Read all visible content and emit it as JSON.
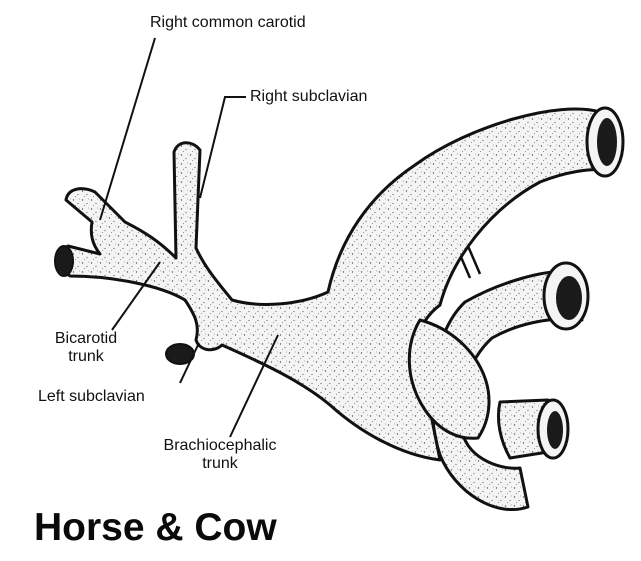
{
  "labels": {
    "right_common_carotid": "Right common carotid",
    "right_subclavian": "Right subclavian",
    "bicarotid_trunk_line1": "Bicarotid",
    "bicarotid_trunk_line2": "trunk",
    "left_subclavian": "Left subclavian",
    "brachiocephalic_line1": "Brachiocephalic",
    "brachiocephalic_line2": "trunk"
  },
  "title": "Horse & Cow",
  "colors": {
    "ink": "#111111",
    "vessel_fill": "#f2f2f2",
    "lumen": "#1a1a1a"
  }
}
